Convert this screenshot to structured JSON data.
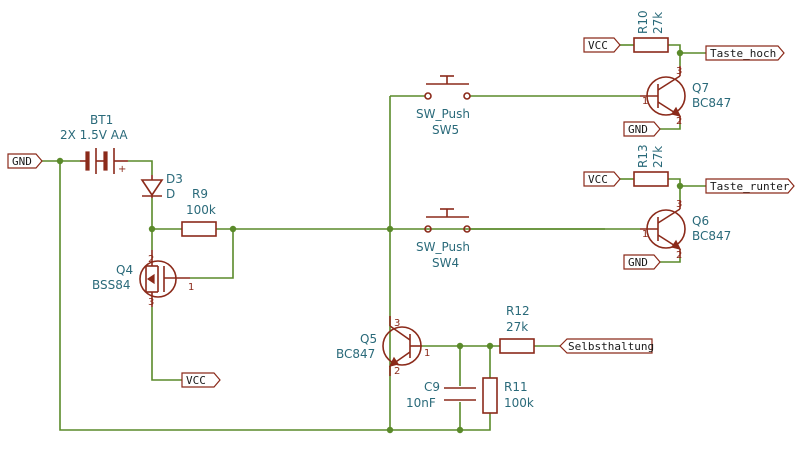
{
  "ports": {
    "gnd_left": "GND",
    "vcc_q4": "VCC",
    "vcc_r10": "VCC",
    "vcc_r13": "VCC",
    "gnd_q7": "GND",
    "gnd_q6": "GND",
    "taste_hoch": "Taste_hoch",
    "taste_runter": "Taste_runter",
    "selbsthaltung": "Selbsthaltung"
  },
  "components": {
    "bt1": {
      "ref": "BT1",
      "value": "2X 1.5V AA",
      "plus": "+"
    },
    "d3": {
      "ref": "D3",
      "value": "D"
    },
    "r9": {
      "ref": "R9",
      "value": "100k"
    },
    "q4": {
      "ref": "Q4",
      "value": "BSS84",
      "pin1": "1",
      "pin2": "2",
      "pin3": "3"
    },
    "sw5": {
      "value": "SW_Push",
      "ref": "SW5"
    },
    "sw4": {
      "value": "SW_Push",
      "ref": "SW4"
    },
    "r10": {
      "ref": "R10",
      "value": "27k"
    },
    "r13": {
      "ref": "R13",
      "value": "27k"
    },
    "q7": {
      "ref": "Q7",
      "value": "BC847",
      "pin1": "1",
      "pin2": "2",
      "pin3": "3"
    },
    "q6": {
      "ref": "Q6",
      "value": "BC847",
      "pin1": "1",
      "pin2": "2",
      "pin3": "3"
    },
    "q5": {
      "ref": "Q5",
      "value": "BC847",
      "pin1": "1",
      "pin2": "2",
      "pin3": "3"
    },
    "r12": {
      "ref": "R12",
      "value": "27k"
    },
    "c9": {
      "ref": "C9",
      "value": "10nF"
    },
    "r11": {
      "ref": "R11",
      "value": "100k"
    }
  },
  "colors": {
    "wire": "#5a8a2a",
    "component": "#8b2a1a",
    "label": "#2a6a7a",
    "background": "#ffffff"
  }
}
